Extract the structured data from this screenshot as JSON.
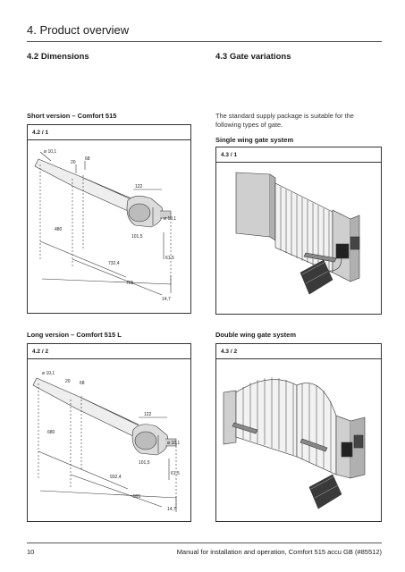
{
  "header": {
    "chapter": "4.   Product overview"
  },
  "left_section": {
    "heading": "4.2   Dimensions"
  },
  "right_section": {
    "heading": "4.3   Gate variations",
    "intro": "The standard supply package is suitable for the following types of gate."
  },
  "figures": {
    "short": {
      "caption": "Short version – Comfort 515",
      "tag": "4.2 / 1",
      "dims": {
        "d1": "ø 10,1",
        "d2": "20",
        "d3": "68",
        "d4": "122",
        "d5": "480",
        "d6": "ø 10,1",
        "d7": "101,5",
        "d8": "732,4",
        "d9": "61,5",
        "d10": "795",
        "d11": "14,7"
      }
    },
    "long": {
      "caption": "Long version – Comfort 515 L",
      "tag": "4.2 / 2",
      "dims": {
        "d1": "ø 10,1",
        "d2": "20",
        "d3": "68",
        "d4": "122",
        "d5": "680",
        "d6": "ø 10,1",
        "d7": "101,5",
        "d8": "932,4",
        "d9": "61,5",
        "d10": "995",
        "d11": "14,7"
      }
    },
    "single": {
      "caption": "Single wing gate system",
      "tag": "4.3 / 1"
    },
    "double": {
      "caption": "Double wing gate system",
      "tag": "4.3 / 2"
    }
  },
  "footer": {
    "page_number": "10",
    "manual_title": "Manual for installation and operation, Comfort 515 accu GB (#85512)"
  }
}
